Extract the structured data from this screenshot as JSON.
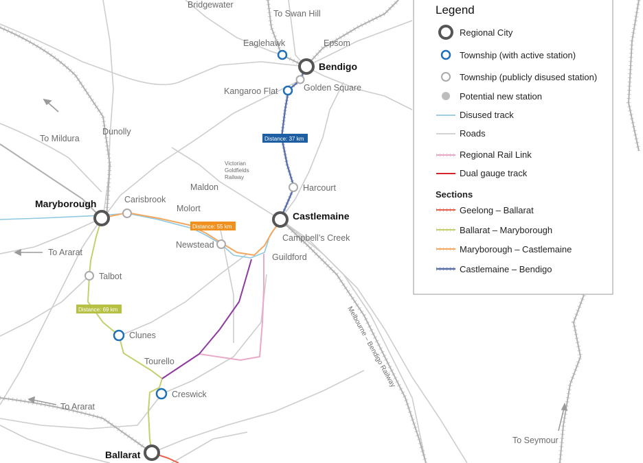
{
  "colors": {
    "road": "#c9c9c9",
    "rail_hatch": "#b3b3b3",
    "disused_track": "#8ec8e0",
    "regional_rail_link": "#eaa9c9",
    "dual_gauge": "#d6222a",
    "geelong_ballarat": "#e8604a",
    "ballarat_maryborough": "#c5cf6e",
    "maryborough_castlemaine": "#f2a860",
    "castlemaine_bendigo": "#5a6fa8",
    "purple_line": "#8f3aa0",
    "city_ring": "#555555",
    "active_station": "#1e6fb5",
    "disused_station": "#aaaaaa",
    "potential_station": "#bdbdbd",
    "dist_blue": "#1e5fa3",
    "dist_orange": "#f0901e",
    "dist_olive": "#b6c043"
  },
  "cities": {
    "bendigo": "Bendigo",
    "castlemaine": "Castlemaine",
    "maryborough": "Maryborough",
    "ballarat": "Ballarat"
  },
  "towns": {
    "bridgewater": "Bridgewater",
    "to_swan_hill": "To Swan Hill",
    "eaglehawk": "Eaglehawk",
    "epsom": "Epsom",
    "kangaroo_flat": "Kangaroo Flat",
    "golden_square": "Golden Square",
    "to_mildura": "To Mildura",
    "dunolly": "Dunolly",
    "maldon": "Maldon",
    "harcourt": "Harcourt",
    "carisbrook": "Carisbrook",
    "molort": "Molort",
    "newstead": "Newstead",
    "campbells_creek": "Campbell’s Creek",
    "guildford": "Guildford",
    "to_ararat_1": "To Ararat",
    "talbot": "Talbot",
    "clunes": "Clunes",
    "tourello": "Tourello",
    "creswick": "Creswick",
    "to_ararat_2": "To Ararat",
    "to_seymour": "To Seymour"
  },
  "railway_labels": {
    "vgr_1": "Victorian",
    "vgr_2": "Goldfields",
    "vgr_3": "Railway",
    "mbr": "Melbourne – Bendigo Railway"
  },
  "distances": {
    "castlemaine_bendigo": "Distance: 37 km",
    "maryborough_castlemaine": "Distance: 55 km",
    "ballarat_maryborough": "Distance: 69 km"
  },
  "legend": {
    "title": "Legend",
    "items": [
      {
        "label": "Regional City",
        "icon": "regional-city-icon"
      },
      {
        "label": "Township (with active station)",
        "icon": "active-station-icon"
      },
      {
        "label": "Township (publicly disused station)",
        "icon": "disused-station-icon"
      },
      {
        "label": "Potential new station",
        "icon": "potential-station-icon"
      },
      {
        "label": "Disused track",
        "icon": "disused-track-swatch"
      },
      {
        "label": "Roads",
        "icon": "roads-swatch"
      },
      {
        "label": "Regional Rail Link",
        "icon": "regional-rail-link-swatch"
      },
      {
        "label": "Dual gauge track",
        "icon": "dual-gauge-swatch"
      }
    ],
    "sections_title": "Sections",
    "sections": [
      {
        "label": "Geelong – Ballarat",
        "color": "#e8604a"
      },
      {
        "label": "Ballarat – Maryborough",
        "color": "#c5cf6e"
      },
      {
        "label": "Maryborough – Castlemaine",
        "color": "#f2a860"
      },
      {
        "label": "Castlemaine – Bendigo",
        "color": "#5a6fa8"
      }
    ]
  }
}
